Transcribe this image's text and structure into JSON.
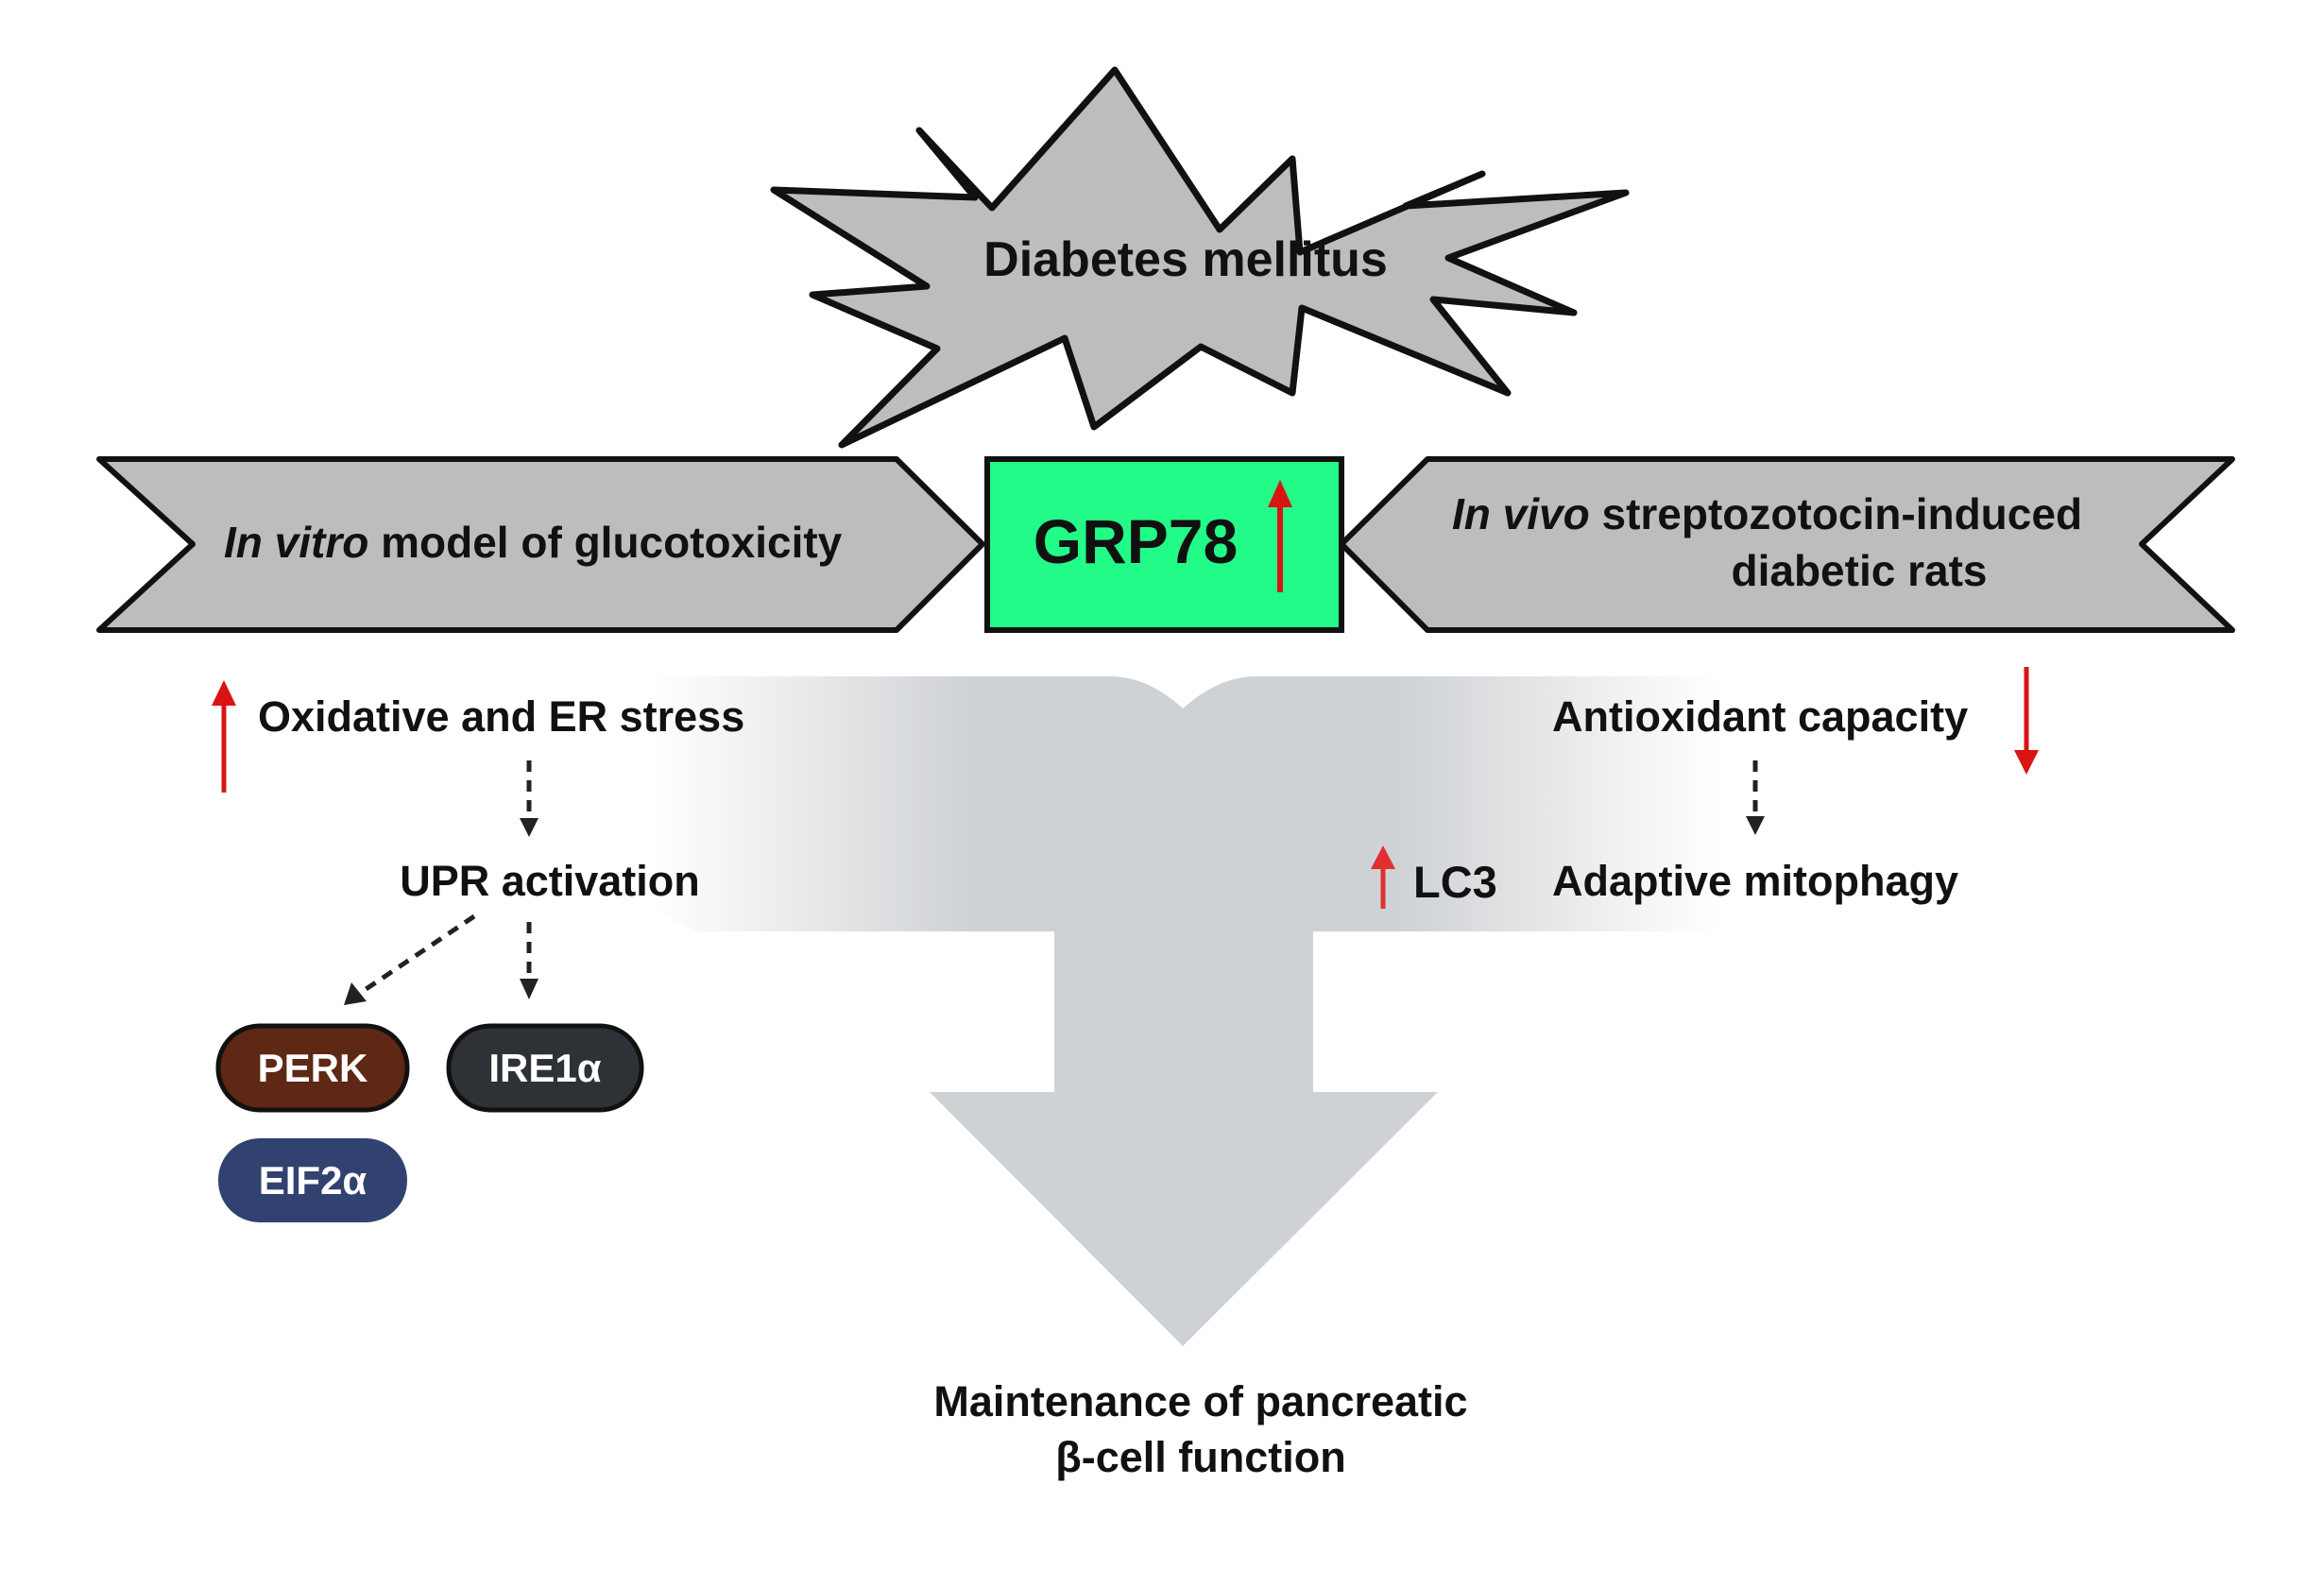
{
  "title": "Diabetes mellitus",
  "center_node": {
    "label": "GRP78",
    "trend": "up"
  },
  "left_model": {
    "italic": "In vitro",
    "rest": " model of glucotoxicity"
  },
  "right_model": {
    "italic": "In vivo",
    "rest": " streptozotocin-induced",
    "line2": "diabetic rats"
  },
  "left_branch": {
    "stress": {
      "label": "Oxidative and ER stress",
      "trend": "up"
    },
    "upr": {
      "label": "UPR activation"
    },
    "proteins": [
      {
        "label": "PERK",
        "color": "#5E2814"
      },
      {
        "label": "IRE1α",
        "color": "#2E3236"
      },
      {
        "label": "EIF2α",
        "color": "#324270"
      }
    ]
  },
  "right_branch": {
    "antioxidant": {
      "label": "Antioxidant capacity",
      "trend": "down"
    },
    "mitophagy": {
      "label": "Adaptive mitophagy"
    },
    "marker": {
      "label": "LC3",
      "trend": "up"
    }
  },
  "outcome": {
    "line1": "Maintenance of pancreatic",
    "line2": "β-cell function"
  },
  "colors": {
    "starburst": "#BDBDBD",
    "model_arrow": "#BDBDBD",
    "grp78_box": "#22FB87",
    "trend_arrow": "#D91414",
    "flow_arrow": "#CFD2D5",
    "outline": "#111111"
  }
}
